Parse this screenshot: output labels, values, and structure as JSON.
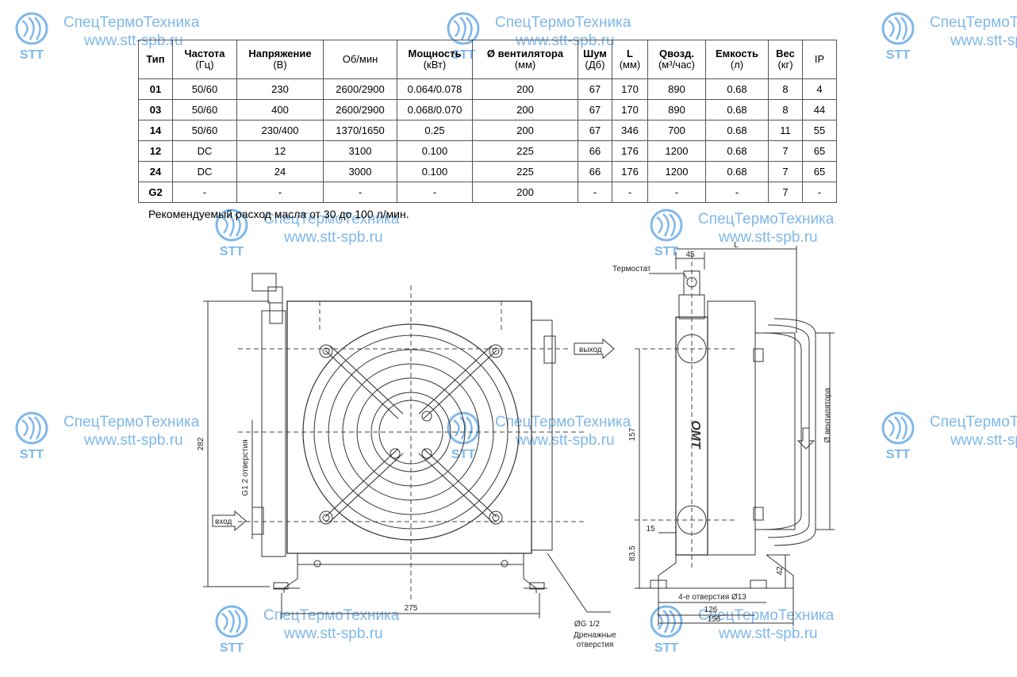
{
  "table": {
    "headers": [
      {
        "title": "Тип",
        "unit": ""
      },
      {
        "title": "Частота",
        "unit": "(Гц)"
      },
      {
        "title": "Напряжение",
        "unit": "(В)"
      },
      {
        "title": "Об/мин",
        "unit": ""
      },
      {
        "title": "Мощность",
        "unit": "(кВт)"
      },
      {
        "title": "Ø вентилятора",
        "unit": "(мм)"
      },
      {
        "title": "Шум",
        "unit": "(Дб)"
      },
      {
        "title": "L",
        "unit": "(мм)"
      },
      {
        "title": "Qвозд.",
        "unit": "(м³/час)"
      },
      {
        "title": "Емкость",
        "unit": "(л)"
      },
      {
        "title": "Вес",
        "unit": "(кг)"
      },
      {
        "title": "IP",
        "unit": ""
      }
    ],
    "rows": [
      [
        "01",
        "50/60",
        "230",
        "2600/2900",
        "0.064/0.078",
        "200",
        "67",
        "170",
        "890",
        "0.68",
        "8",
        "4"
      ],
      [
        "03",
        "50/60",
        "400",
        "2600/2900",
        "0.068/0.070",
        "200",
        "67",
        "170",
        "890",
        "0.68",
        "8",
        "44"
      ],
      [
        "14",
        "50/60",
        "230/400",
        "1370/1650",
        "0.25",
        "200",
        "67",
        "346",
        "700",
        "0.68",
        "11",
        "55"
      ],
      [
        "12",
        "DC",
        "12",
        "3100",
        "0.100",
        "225",
        "66",
        "176",
        "1200",
        "0.68",
        "7",
        "65"
      ],
      [
        "24",
        "DC",
        "24",
        "3000",
        "0.100",
        "225",
        "66",
        "176",
        "1200",
        "0.68",
        "7",
        "65"
      ],
      [
        "G2",
        "-",
        "-",
        "-",
        "-",
        "200",
        "-",
        "-",
        "-",
        "-",
        "7",
        "-"
      ]
    ]
  },
  "note": "Рекомендуемый расход масла от 30 до 100 л/мин.",
  "watermark": {
    "name": "СпецТермоТехника",
    "url": "www.stt-spb.ru",
    "logo_text": "STT",
    "color": "#7fb8ea"
  },
  "front_view": {
    "dim_height": "282",
    "dim_width": "275",
    "label_ports": "G1 2 отверстия",
    "label_outlet": "выход",
    "label_inlet": "вход",
    "label_drain_size": "ØG 1/2",
    "label_drain_line1": "Дренажные",
    "label_drain_line2": "отверстия"
  },
  "side_view": {
    "label_thermostat": "Термостат",
    "dim_45": "45",
    "dim_L": "L",
    "dim_157": "157",
    "dim_15": "15",
    "dim_83_5": "83.5",
    "dim_42": "42",
    "label_holes": "4-е отверстия Ø13",
    "dim_126": "126",
    "dim_156": "156",
    "label_fan_dia": "Ø вентилятора",
    "brand_mark": "OMT"
  }
}
